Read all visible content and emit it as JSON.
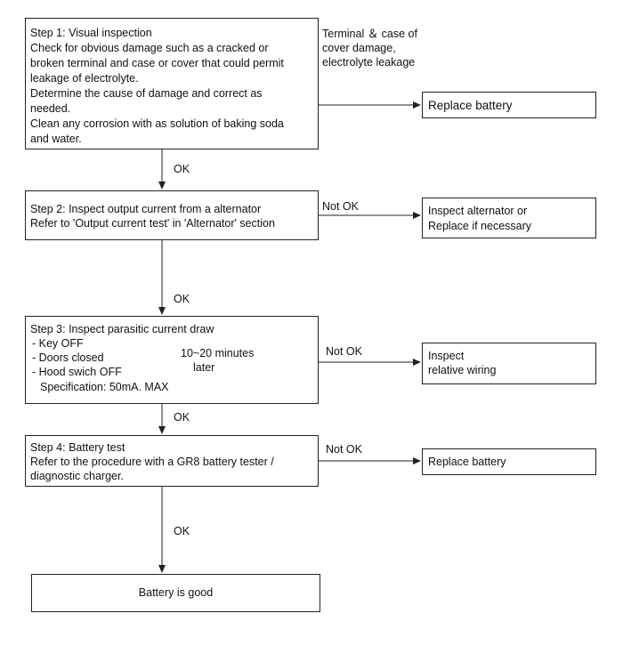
{
  "steps": {
    "s1": {
      "lines": [
        "Step 1: Visual inspection",
        "Check for obvious damage such as a cracked or",
        "broken terminal and case or cover that could permit",
        "leakage of electrolyte.",
        "Determine the cause of damage and correct as",
        "needed.",
        "Clean any corrosion with as solution of baking soda",
        "and water."
      ]
    },
    "s2": {
      "lines": [
        "Step 2: Inspect output current from a alternator",
        "Refer to 'Output current test' in 'Alternator' section"
      ]
    },
    "s3": {
      "title": "Step 3: Inspect parasitic current draw",
      "items": [
        "- Key OFF",
        "- Doors closed",
        "- Hood swich OFF"
      ],
      "spec": "Specification: 50mA. MAX",
      "timing": [
        "10~20 minutes",
        "later"
      ]
    },
    "s4": {
      "lines": [
        "Step 4: Battery test",
        "Refer to the procedure with a GR8 battery tester /",
        "diagnostic charger."
      ]
    },
    "final": {
      "text": "Battery is good"
    }
  },
  "results": {
    "r1": {
      "lines": [
        "Replace battery"
      ]
    },
    "r2": {
      "lines": [
        "Inspect alternator or",
        "Replace if necessary"
      ]
    },
    "r3": {
      "lines": [
        "Inspect",
        "relative wiring"
      ]
    },
    "r4": {
      "lines": [
        "Replace battery"
      ]
    }
  },
  "branch_labels": {
    "s1_fail": [
      "Terminal ＆ case of",
      "cover damage,",
      "electrolyte leakage"
    ],
    "ok": "OK",
    "not_ok": "Not OK"
  }
}
